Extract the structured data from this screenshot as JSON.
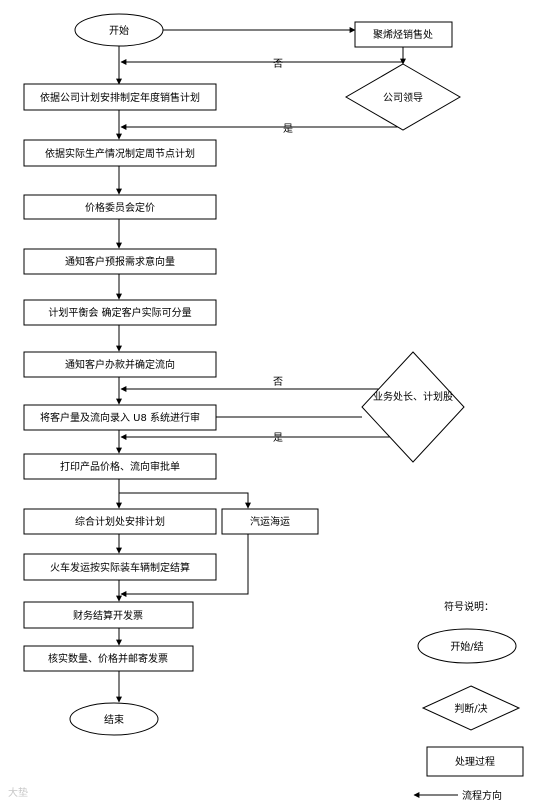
{
  "nodes": {
    "start": "开始",
    "sales_office": "聚烯烃销售处",
    "decision_company": "公司领导",
    "step1": "依据公司计划安排制定年度销售计划",
    "step2": "依据实际生产情况制定周节点计划",
    "step3": "价格委员会定价",
    "step4": "通知客户预报需求意向量",
    "step5": "计划平衡会  确定客户实际可分量",
    "step6": "通知客户办款并确定流向",
    "decision_business": "业务处长、计划股",
    "step7": "将客户量及流向录入 U8 系统进行审",
    "step8": "打印产品价格、流向审批单",
    "step9": "综合计划处安排计划",
    "step9b": "汽运海运",
    "step10": "火车发运按实际装车辆制定结算",
    "step11": "财务结算开发票",
    "step12": "核实数量、价格并邮寄发票",
    "end": "结束"
  },
  "edges": {
    "no": "否",
    "yes": "是"
  },
  "legend": {
    "title": "符号说明：",
    "terminal": "开始/结",
    "decision": "判断/决",
    "process": "处理过程",
    "flow": "流程方向"
  },
  "watermark": "大垫"
}
